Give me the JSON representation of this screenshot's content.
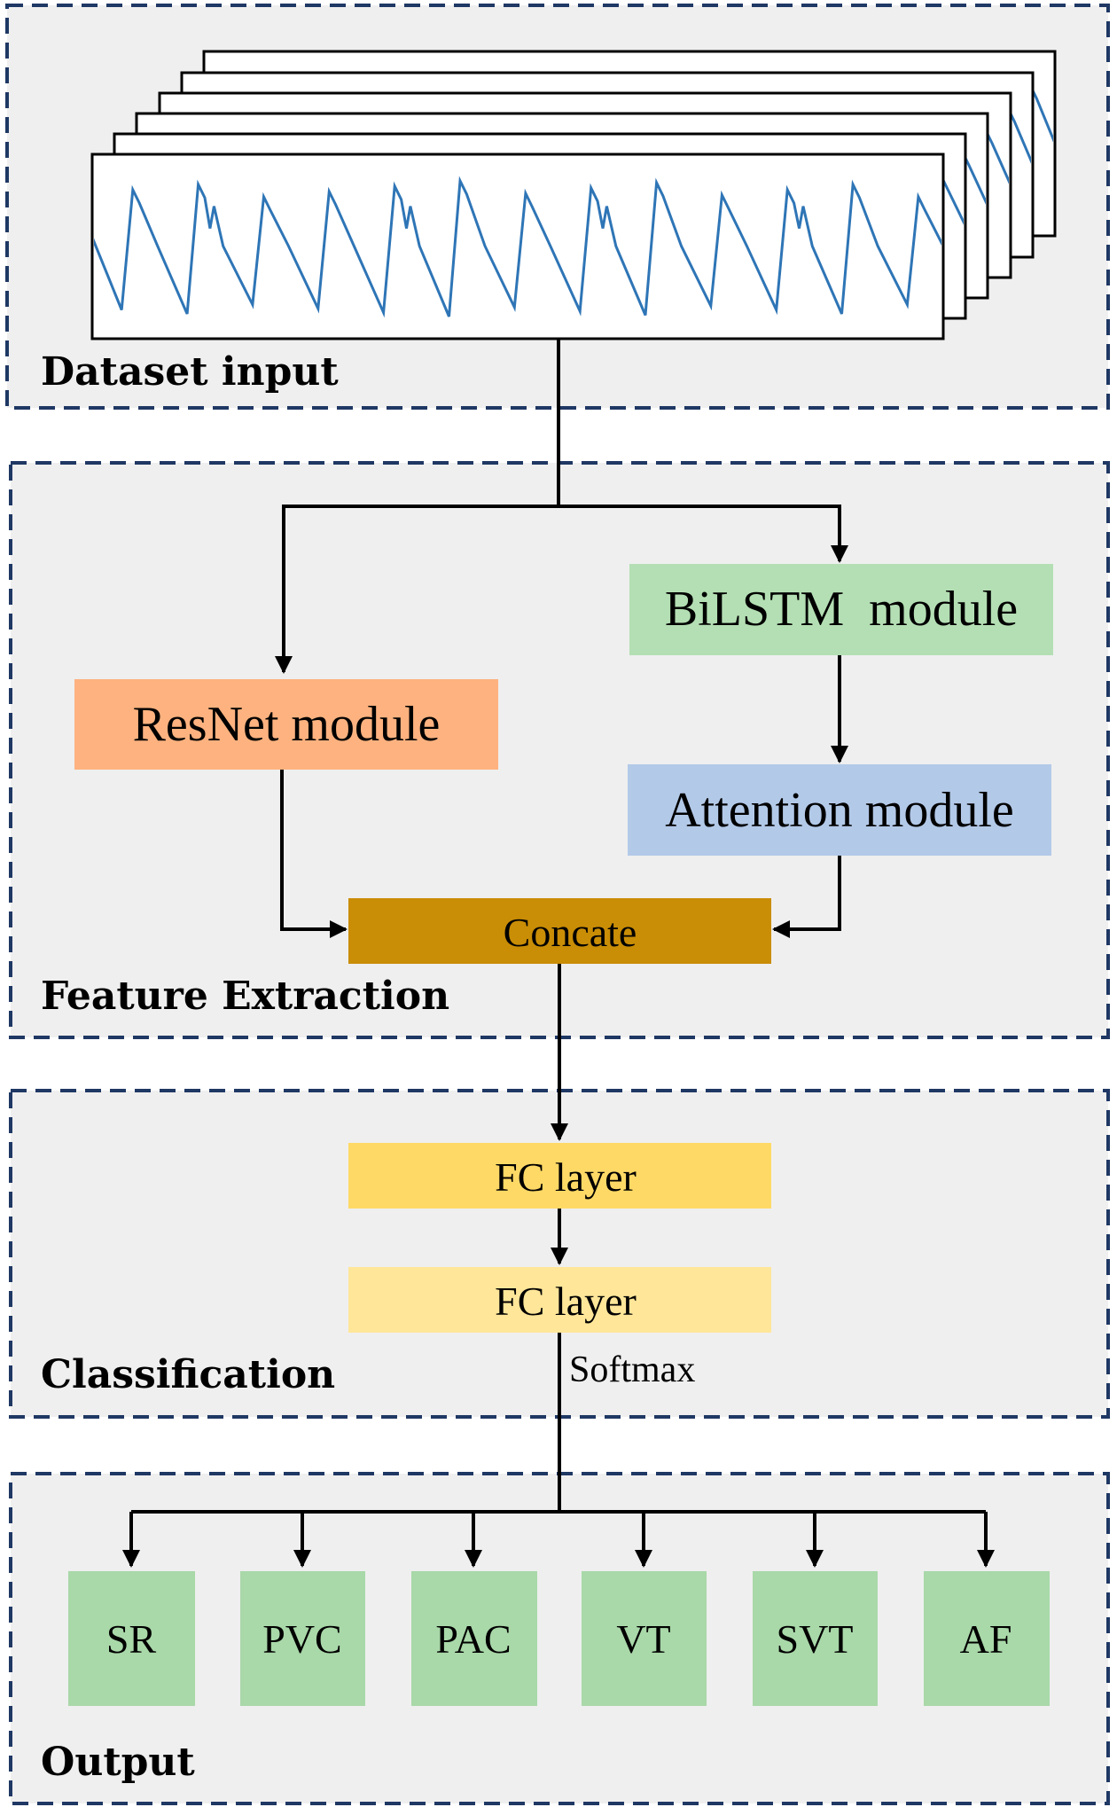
{
  "sections": {
    "input": "Dataset input",
    "feature": "Feature Extraction",
    "classification": "Classification",
    "output": "Output"
  },
  "modules": {
    "bilstm": "BiLSTM  module",
    "resnet": "ResNet module",
    "attention": "Attention module",
    "concate": "Concate",
    "fc1": "FC layer",
    "fc2": "FC layer",
    "softmax": "Softmax"
  },
  "outputs": [
    "SR",
    "PVC",
    "PAC",
    "VT",
    "SVT",
    "AF"
  ],
  "colors": {
    "section_bg": "#efefef",
    "section_border": "#1f3864",
    "resnet": "#fdb27f",
    "bilstm": "#b4dfb4",
    "attention": "#b3c9e8",
    "concate": "#c98d06",
    "fc1": "#ffd966",
    "fc2": "#ffe699",
    "output_box": "#a9d8a9",
    "waveform": "#2e75b6"
  }
}
